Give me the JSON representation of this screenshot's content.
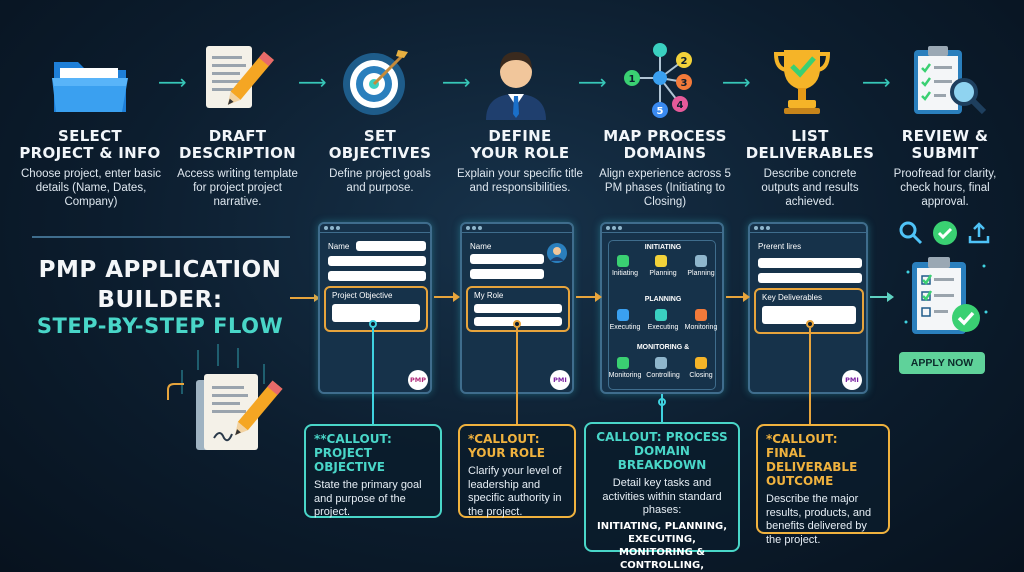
{
  "steps": [
    {
      "title": "SELECT\nPROJECT & INFO",
      "description": "Choose project, enter basic details (Name, Dates, Company)",
      "icon": "folder-icon"
    },
    {
      "title": "DRAFT\nDESCRIPTION",
      "description": "Access writing template for project project narrative.",
      "icon": "document-pencil-icon"
    },
    {
      "title": "SET\nOBJECTIVES",
      "description": "Define project goals and purpose.",
      "icon": "target-icon"
    },
    {
      "title": "DEFINE\nYOUR ROLE",
      "description": "Explain your specific title and responsibilities.",
      "icon": "person-icon"
    },
    {
      "title": "MAP PROCESS\nDOMAINS",
      "description": "Align experience across 5 PM phases (Initiating to Closing)",
      "icon": "network-icon"
    },
    {
      "title": "LIST\nDELIVERABLES",
      "description": "Describe concrete outputs and results achieved.",
      "icon": "trophy-icon"
    },
    {
      "title": "REVIEW &\nSUBMIT",
      "description": "Proofread for clarity, check hours, final approval.",
      "icon": "clipboard-search-icon"
    }
  ],
  "network_numbers": [
    "1",
    "2",
    "3",
    "4",
    "5"
  ],
  "main_title": "PMP APPLICATION\nBUILDER:",
  "main_subtitle": "STEP-BY-STEP FLOW",
  "forms": {
    "objectives": {
      "field_label": "Name",
      "box_label": "Project Objective",
      "badge": "PMP"
    },
    "role": {
      "field_label": "Name",
      "box_label": "My Role",
      "badge": "PMI"
    },
    "domains": {
      "phases": [
        "INITIATING",
        "PLANNING",
        "MONITORING &"
      ],
      "row_labels": [
        [
          "Initiating",
          "Planning",
          "Planning"
        ],
        [
          "Executing",
          "Executing",
          "Monitoring"
        ],
        [
          "Monitoring",
          "Controlling",
          "Closing"
        ]
      ]
    },
    "deliverables": {
      "field_label": "Prerent lires",
      "box_label": "Key Deliverables",
      "badge": "PMI"
    }
  },
  "callouts": [
    {
      "title": "**CALLOUT:\nPROJECT OBJECTIVE",
      "body": "State the primary goal and purpose of the project.",
      "color": "#49d6c8"
    },
    {
      "title": "*CALLOUT:\nYOUR ROLE",
      "body": "Clarify your level of leadership and specific authority in the project.",
      "color": "#f0b23e"
    },
    {
      "title": "CALLOUT: PROCESS\nDOMAIN BREAKDOWN",
      "body": "Detail key tasks and activities within standard phases:",
      "emphasis": "INITIATING, PLANNING, EXECUTING, MONITORING & CONTROLLING, CLOSING.",
      "color": "#49d6c8"
    },
    {
      "title": "*CALLOUT: FINAL\nDELIVERABLE\nOUTCOME",
      "body": "Describe the major results, products, and benefits delivered by the project.",
      "color": "#f0b23e"
    }
  ],
  "apply_button": "APPLY NOW",
  "colors": {
    "teal": "#49d6c8",
    "amber": "#f0b23e",
    "background": "#0c1d2e"
  }
}
